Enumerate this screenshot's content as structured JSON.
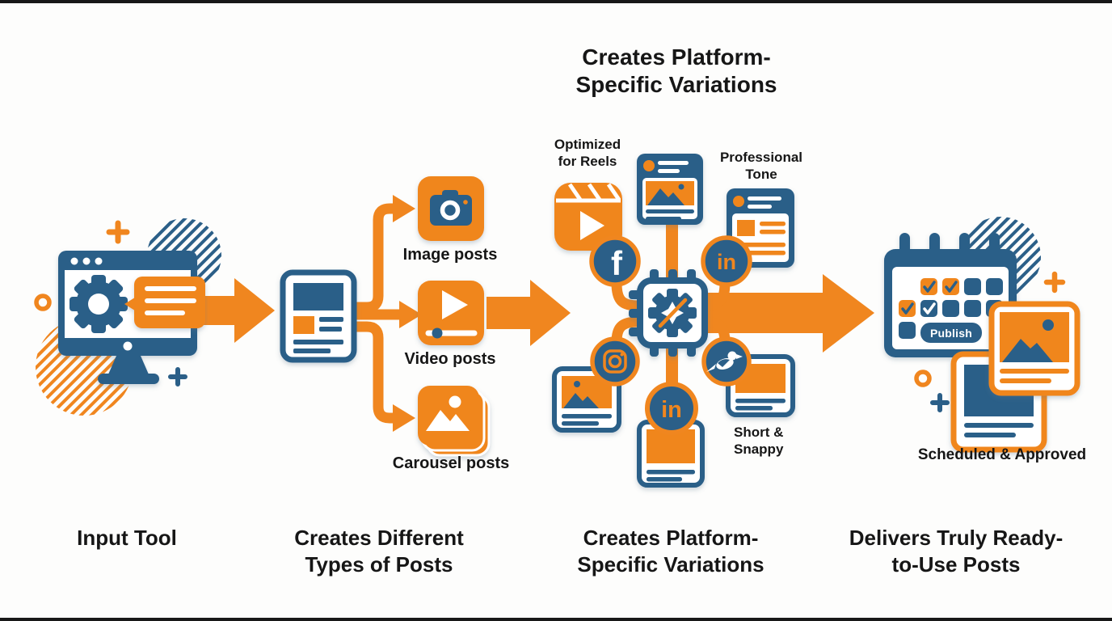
{
  "colors": {
    "orange": "#F0861F",
    "blue": "#2B5F88",
    "text": "#161616",
    "background": "#FDFDFC"
  },
  "title": "Creates Platform-Specific Variations",
  "stages": {
    "input": {
      "caption": "Input Tool"
    },
    "post_types": {
      "caption": "Creates Different Types of Posts",
      "items": [
        {
          "label": "Image posts"
        },
        {
          "label": "Video posts"
        },
        {
          "label": "Carousel posts"
        }
      ]
    },
    "variations": {
      "caption": "Creates Platform-Specific Variations",
      "annotations": {
        "reels": "Optimized for Reels",
        "professional": "Professional Tone",
        "short_snappy": "Short & Snappy"
      },
      "social": {
        "facebook_letter": "f",
        "linkedin_letters": "in"
      }
    },
    "delivery": {
      "caption": "Delivers Truly Ready-to-Use Posts",
      "publish_label": "Publish",
      "annotation": "Scheduled & Approved"
    }
  },
  "icons": {
    "monitor": "monitor-gear-icon",
    "speech_bubble": "speech-bubble-icon",
    "document": "document-post-icon",
    "camera": "camera-icon",
    "play": "video-play-icon",
    "carousel": "carousel-stack-icon",
    "reels": "reels-icon",
    "chip": "ai-chip-gear-icon",
    "facebook": "facebook-icon",
    "linkedin": "linkedin-icon",
    "instagram": "instagram-icon",
    "twitter": "twitter-icon",
    "calendar": "calendar-icon"
  }
}
